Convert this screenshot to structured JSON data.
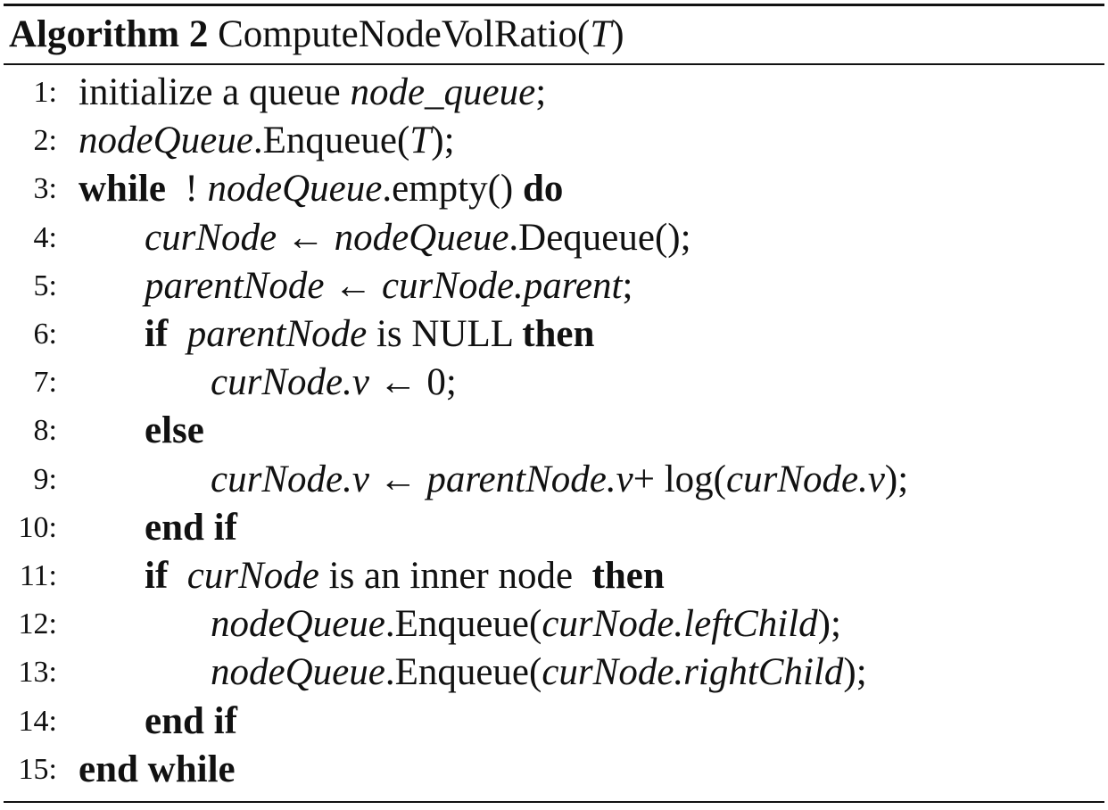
{
  "algorithm": {
    "label": "Algorithm 2",
    "name": "ComputeNodeVolRatio(",
    "arg": "T",
    "close": ")"
  },
  "lines": [
    {
      "num": "1:",
      "indent": 0,
      "segs": [
        {
          "t": "initialize a queue "
        },
        {
          "t": "node_queue",
          "s": "v"
        },
        {
          "t": ";"
        }
      ]
    },
    {
      "num": "2:",
      "indent": 0,
      "segs": [
        {
          "t": "nodeQueue",
          "s": "v"
        },
        {
          "t": ".Enqueue("
        },
        {
          "t": "T",
          "s": "v"
        },
        {
          "t": ");"
        }
      ]
    },
    {
      "num": "3:",
      "indent": 0,
      "segs": [
        {
          "t": "while",
          "s": "k"
        },
        {
          "t": "  ! "
        },
        {
          "t": "nodeQueue",
          "s": "v"
        },
        {
          "t": ".empty() "
        },
        {
          "t": "do",
          "s": "k"
        }
      ]
    },
    {
      "num": "4:",
      "indent": 1,
      "segs": [
        {
          "t": "curNode",
          "s": "v"
        },
        {
          "t": " ← "
        },
        {
          "t": "nodeQueue",
          "s": "v"
        },
        {
          "t": ".Dequeue();"
        }
      ]
    },
    {
      "num": "5:",
      "indent": 1,
      "segs": [
        {
          "t": "parentNode",
          "s": "v"
        },
        {
          "t": " ← "
        },
        {
          "t": "curNode.parent",
          "s": "v"
        },
        {
          "t": ";"
        }
      ]
    },
    {
      "num": "6:",
      "indent": 1,
      "segs": [
        {
          "t": "if",
          "s": "k"
        },
        {
          "t": "  "
        },
        {
          "t": "parentNode",
          "s": "v"
        },
        {
          "t": " is NULL "
        },
        {
          "t": "then",
          "s": "k"
        }
      ]
    },
    {
      "num": "7:",
      "indent": 2,
      "segs": [
        {
          "t": "curNode.v",
          "s": "v"
        },
        {
          "t": " ← 0;"
        }
      ]
    },
    {
      "num": "8:",
      "indent": 1,
      "segs": [
        {
          "t": "else",
          "s": "k"
        }
      ]
    },
    {
      "num": "9:",
      "indent": 2,
      "segs": [
        {
          "t": "curNode.v",
          "s": "v"
        },
        {
          "t": " ← "
        },
        {
          "t": "parentNode.v",
          "s": "v"
        },
        {
          "t": "+ log("
        },
        {
          "t": "curNode.v",
          "s": "v"
        },
        {
          "t": ");"
        }
      ]
    },
    {
      "num": "10:",
      "indent": 1,
      "segs": [
        {
          "t": "end if",
          "s": "k"
        }
      ]
    },
    {
      "num": "11:",
      "indent": 1,
      "segs": [
        {
          "t": "if",
          "s": "k"
        },
        {
          "t": "  "
        },
        {
          "t": "curNode",
          "s": "v"
        },
        {
          "t": " is an inner node  "
        },
        {
          "t": "then",
          "s": "k"
        }
      ]
    },
    {
      "num": "12:",
      "indent": 2,
      "segs": [
        {
          "t": "nodeQueue",
          "s": "v"
        },
        {
          "t": ".Enqueue("
        },
        {
          "t": "curNode.leftChild",
          "s": "v"
        },
        {
          "t": ");"
        }
      ]
    },
    {
      "num": "13:",
      "indent": 2,
      "segs": [
        {
          "t": "nodeQueue",
          "s": "v"
        },
        {
          "t": ".Enqueue("
        },
        {
          "t": "curNode.rightChild",
          "s": "v"
        },
        {
          "t": ");"
        }
      ]
    },
    {
      "num": "14:",
      "indent": 1,
      "segs": [
        {
          "t": "end if",
          "s": "k"
        }
      ]
    },
    {
      "num": "15:",
      "indent": 0,
      "segs": [
        {
          "t": "end while",
          "s": "k"
        }
      ]
    }
  ]
}
